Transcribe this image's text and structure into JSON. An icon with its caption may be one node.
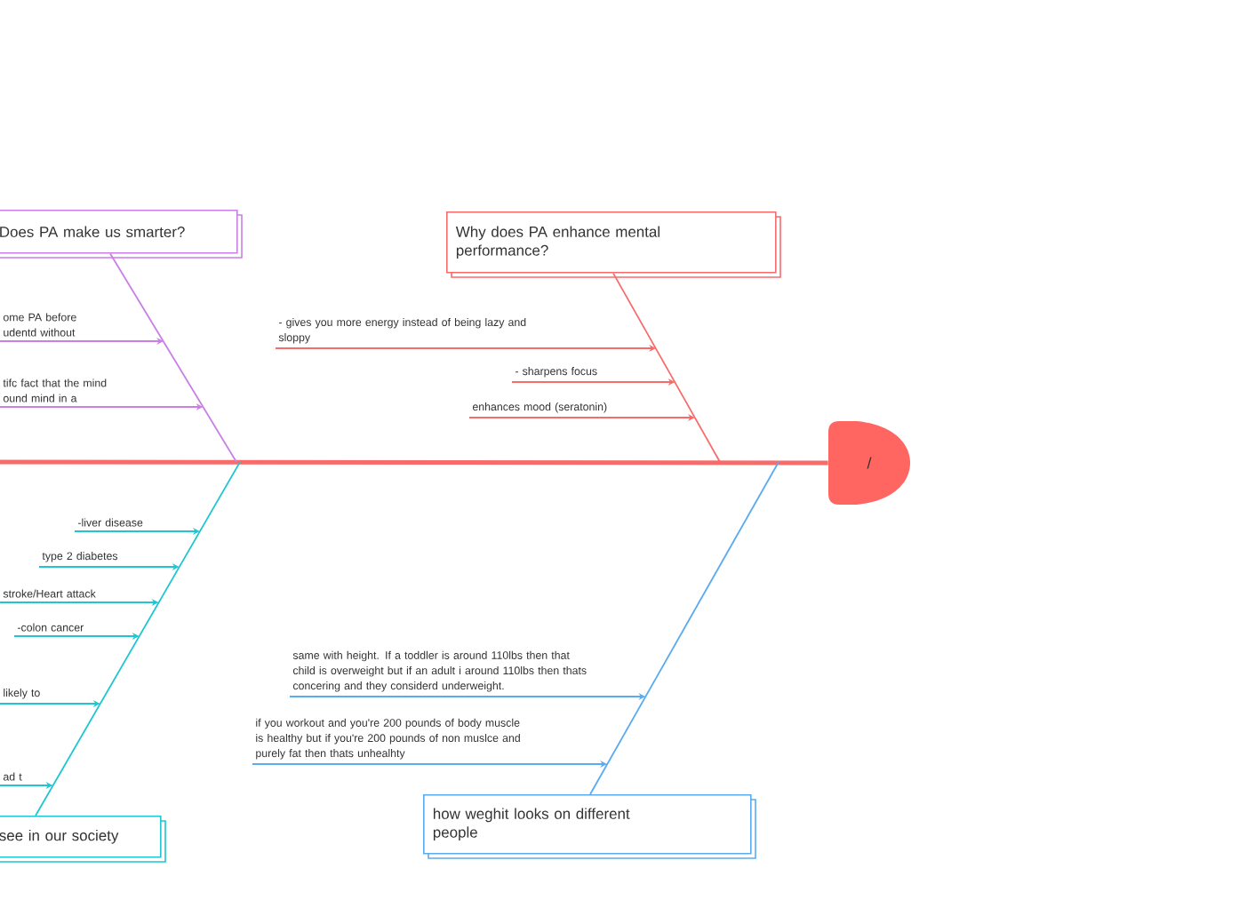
{
  "diagram": {
    "nodes": [
      {
        "text": [
          "Does PA make us smarter?"
        ]
      },
      {
        "text": [
          "ome PA before udentd without"
        ]
      },
      {
        "text": [
          "tifc fact that the mind ound mind in a"
        ]
      },
      {
        "text": [
          "Why does PA enhance mental performance?"
        ]
      },
      {
        "text": [
          "- gives you more energy instead of being lazy and sloppy"
        ]
      },
      {
        "text": [
          "- sharpens focus"
        ]
      },
      {
        "text": [
          "enhances mood (seratonin)"
        ]
      },
      {
        "text": [
          "/"
        ]
      },
      {
        "text": [
          "-liver disease"
        ]
      },
      {
        "text": [
          "type 2 diabetes"
        ]
      },
      {
        "text": [
          "stroke/Heart attack"
        ]
      },
      {
        "text": [
          "-colon cancer"
        ]
      },
      {
        "text": [
          "likely to"
        ]
      },
      {
        "text": [
          "ad t"
        ]
      },
      {
        "text": [
          "same with height. If a toddler is around 110lbs then that child is overweight but if an adult i around 110lbs then thats concering and they considerd underweight."
        ]
      },
      {
        "text": [
          "if you workout and you're  200 pounds of body muscle is healthy but if you're 200 pounds of non muslce and purely fat then thats unhealhty"
        ]
      },
      {
        "text": [
          "see in our society"
        ]
      },
      {
        "text": [
          "how weghit looks on different people"
        ]
      }
    ],
    "edges": [
      {
        "from": null,
        "to": 7,
        "arrow": "none",
        "style": "thick",
        "color": "#f76b6b"
      },
      {
        "from": 0,
        "to": null,
        "arrow": "none",
        "color": "#c97fe6"
      },
      {
        "from": 3,
        "to": null,
        "arrow": "none",
        "color": "#f76b6b"
      },
      {
        "from": 16,
        "to": null,
        "arrow": "none",
        "color": "#1fc6d1"
      },
      {
        "from": 17,
        "to": null,
        "arrow": "none",
        "color": "#5aabf0"
      },
      {
        "from": 1,
        "to": null,
        "arrow": "to",
        "color": "#c97fe6"
      },
      {
        "from": 2,
        "to": null,
        "arrow": "to",
        "color": "#c97fe6"
      },
      {
        "from": 4,
        "to": null,
        "arrow": "to",
        "color": "#f76b6b"
      },
      {
        "from": 5,
        "to": null,
        "arrow": "to",
        "color": "#f76b6b"
      },
      {
        "from": 6,
        "to": null,
        "arrow": "to",
        "color": "#f76b6b"
      },
      {
        "from": 8,
        "to": null,
        "arrow": "to",
        "color": "#1fc6d1"
      },
      {
        "from": 9,
        "to": null,
        "arrow": "to",
        "color": "#1fc6d1"
      },
      {
        "from": 10,
        "to": null,
        "arrow": "to",
        "color": "#1fc6d1"
      },
      {
        "from": 11,
        "to": null,
        "arrow": "to",
        "color": "#1fc6d1"
      },
      {
        "from": 12,
        "to": null,
        "arrow": "to",
        "color": "#1fc6d1"
      },
      {
        "from": 13,
        "to": null,
        "arrow": "to",
        "color": "#1fc6d1"
      },
      {
        "from": 14,
        "to": null,
        "arrow": "to",
        "color": "#5aabf0"
      },
      {
        "from": 15,
        "to": null,
        "arrow": "to",
        "color": "#5aabf0"
      }
    ]
  }
}
